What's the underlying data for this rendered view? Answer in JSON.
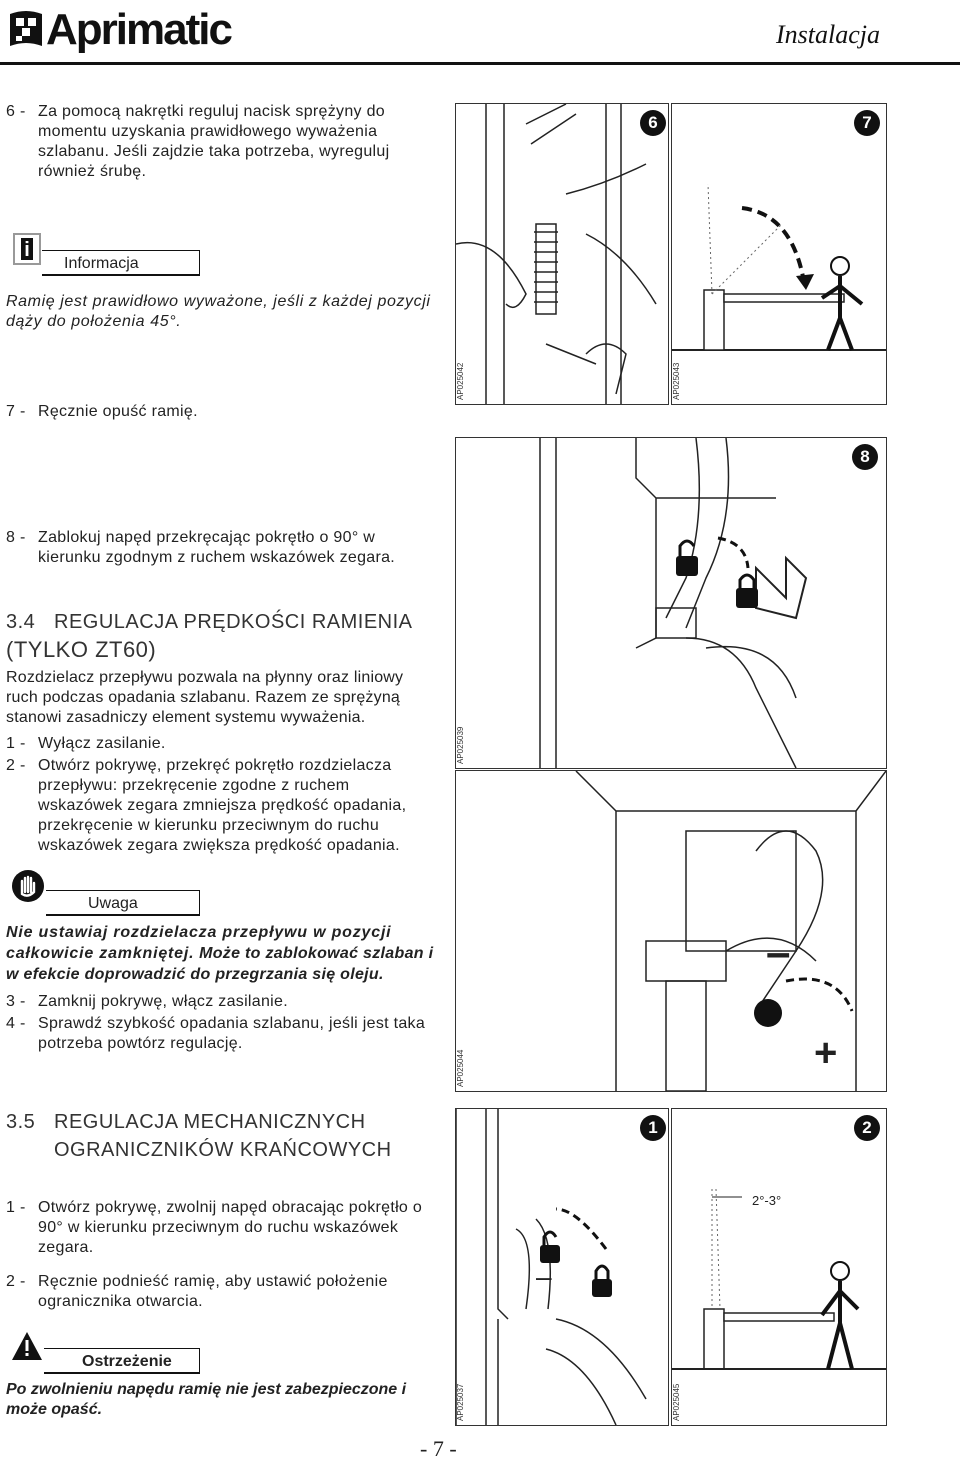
{
  "header": {
    "brand": "Aprimatic",
    "section": "Instalacja"
  },
  "steps_top": [
    {
      "num": "6 -",
      "text": "Za pomocą nakrętki reguluj nacisk sprężyny do momentu uzyskania prawidłowego wyważenia szlabanu. Jeśli zajdzie taka potrzeba, wyreguluj również śrubę."
    },
    {
      "num": "7 -",
      "text": "Ręcznie opuść ramię."
    },
    {
      "num": "8 -",
      "text": "Zablokuj napęd przekręcając pokrętło o 90° w kierunku zgodnym z ruchem wskazówek zegara."
    }
  ],
  "info_box": {
    "label": "Informacja",
    "icon": "info-icon",
    "text": "Ramię jest prawidłowo wyważone, jeśli z każdej pozycji dąży do położenia 45°."
  },
  "section_34": {
    "number": "3.4",
    "title_line1": "REGULACJA PRĘDKOŚCI RAMIENIA",
    "title_line2": "(TYLKO ZT60)",
    "intro": "Rozdzielacz przepływu pozwala na płynny oraz liniowy ruch podczas opadania szlabanu. Razem ze sprężyną stanowi zasadniczy element systemu wyważenia.",
    "steps": [
      {
        "num": "1 -",
        "text": "Wyłącz zasilanie."
      },
      {
        "num": "2 -",
        "text": "Otwórz pokrywę, przekręć pokrętło rozdzielacza przepływu: przekręcenie zgodne z ruchem wskazówek zegara zmniejsza prędkość opadania, przekręcenie w kierunku przeciwnym do ruchu wskazówek zegara zwiększa prędkość opadania."
      },
      {
        "num": "3 -",
        "text": "Zamknij pokrywę, włącz zasilanie."
      },
      {
        "num": "4 -",
        "text": "Sprawdź szybkość opadania szlabanu, jeśli jest taka potrzeba powtórz regulację."
      }
    ]
  },
  "warning_box": {
    "label": "Uwaga",
    "icon": "hand-stop-icon",
    "text_italic": "Nie ustawiaj rozdzielacza przepływu w pozycji całkowicie zamkniętej.",
    "text_bold": "Może to zablokować szlaban i w efekcie doprowadzić do przegrzania się oleju."
  },
  "section_35": {
    "number": "3.5",
    "title_line1": "REGULACJA MECHANICZNYCH",
    "title_line2": "OGRANICZNIKÓW KRAŃCOWYCH",
    "steps": [
      {
        "num": "1 -",
        "text": "Otwórz pokrywę, zwolnij napęd obracając pokrętło o 90° w kierunku przeciwnym do ruchu wskazówek zegara."
      },
      {
        "num": "2 -",
        "text": "Ręcznie podnieść ramię, aby ustawić położenie ogranicznika otwarcia."
      }
    ]
  },
  "caution_box": {
    "label": "Ostrzeżenie",
    "icon": "warning-triangle-icon",
    "text": "Po zwolnieniu napędu ramię nie jest zabezpieczone i może opaść."
  },
  "figures": {
    "fig6": {
      "badge": "6",
      "code": "AP025042"
    },
    "fig7": {
      "badge": "7",
      "code": "AP025043"
    },
    "fig8": {
      "badge": "8",
      "code": "AP025039"
    },
    "fig_speed": {
      "code": "AP025044",
      "minus": "–",
      "plus": "+"
    },
    "fig1": {
      "badge": "1",
      "code": "AP025037",
      "minus": "–"
    },
    "fig2": {
      "badge": "2",
      "code": "AP025045",
      "angle": "2°-3°"
    }
  },
  "page_number": "- 7 -"
}
